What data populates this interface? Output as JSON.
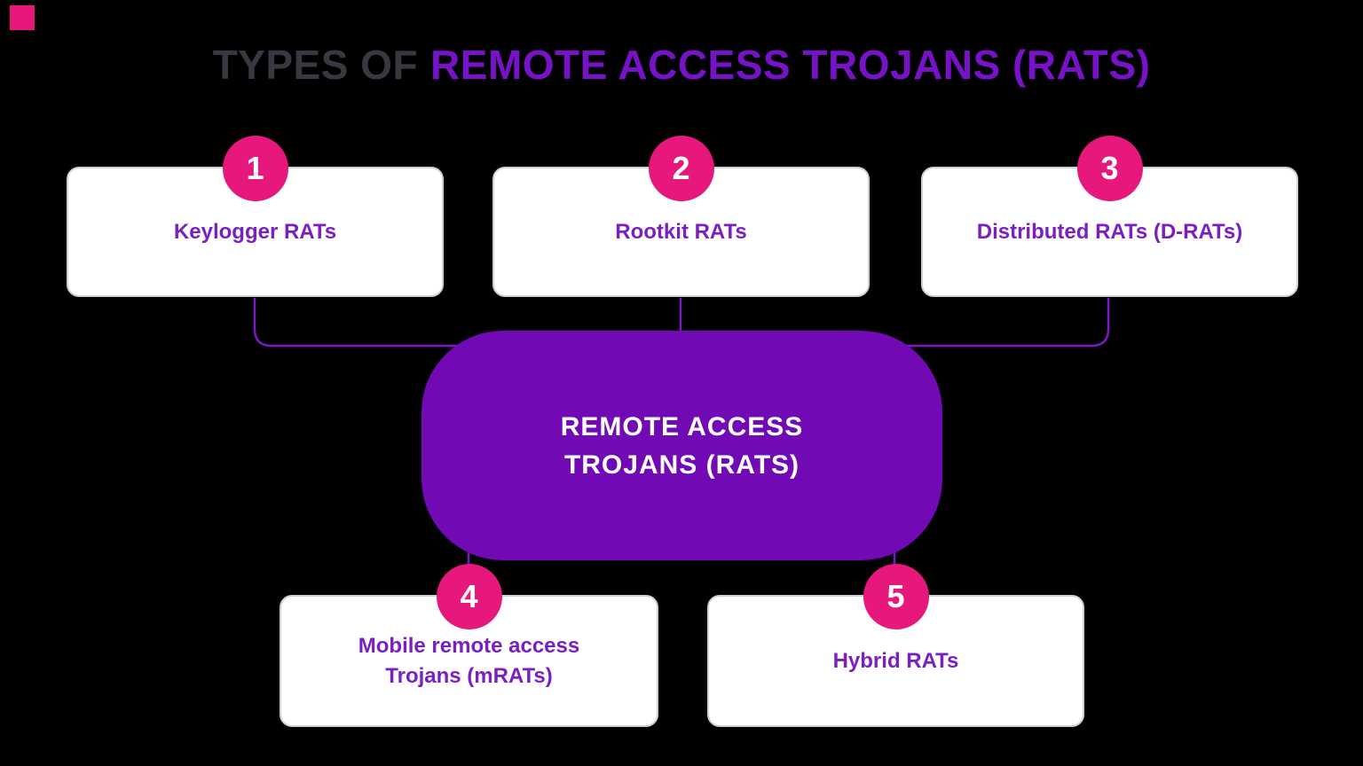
{
  "colors": {
    "background": "#000000",
    "card-bg": "#ffffff",
    "card-border": "#cfcfd5",
    "badge": "#e6187b",
    "center-bg": "#7109b4",
    "center-text": "#ffffff",
    "title-dark": "#3a3642",
    "title-purple": "#7712c9",
    "label-purple": "#7b1fc3",
    "connector": "#7d18c2"
  },
  "title": {
    "prefix": "TYPES OF",
    "highlight": "REMOTE ACCESS TROJANS (RATS)"
  },
  "center_node": {
    "line1": "REMOTE ACCESS",
    "line2": "TROJANS (RATS)"
  },
  "types": [
    {
      "number": "1",
      "label": "Keylogger RATs"
    },
    {
      "number": "2",
      "label": "Rootkit RATs"
    },
    {
      "number": "3",
      "label": "Distributed RATs (D-RATs)"
    },
    {
      "number": "4",
      "label": "Mobile remote access Trojans (mRATs)"
    },
    {
      "number": "5",
      "label": "Hybrid RATs"
    }
  ]
}
